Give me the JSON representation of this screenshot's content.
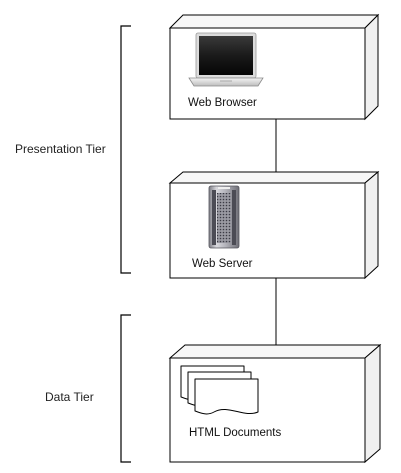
{
  "tiers": [
    {
      "label": "Presentation Tier"
    },
    {
      "label": "Data Tier"
    }
  ],
  "nodes": [
    {
      "label": "Web Browser",
      "icon": "laptop-icon"
    },
    {
      "label": "Web Server",
      "icon": "server-tower-icon"
    },
    {
      "label": "HTML Documents",
      "icon": "documents-stack-icon"
    }
  ],
  "connections": [
    {
      "from": "Web Browser",
      "to": "Web Server"
    },
    {
      "from": "Web Server",
      "to": "HTML Documents"
    }
  ],
  "colors": {
    "line": "#000000",
    "box_fill": "#ffffff",
    "box_side": "#f2f2f2",
    "box_top": "#f7f7f7"
  }
}
